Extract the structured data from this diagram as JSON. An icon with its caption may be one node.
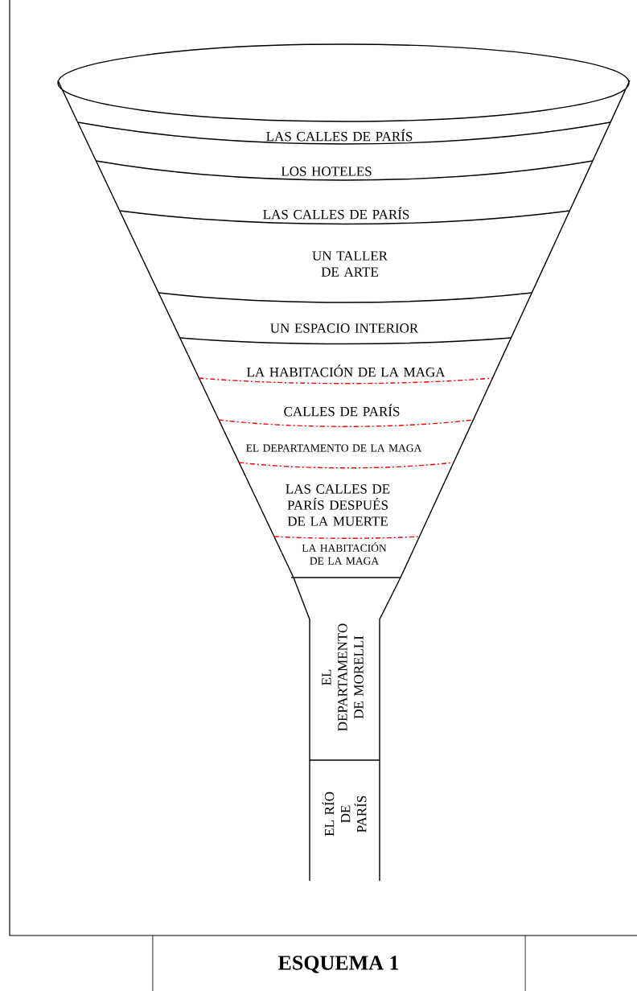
{
  "diagram": {
    "title": "ESQUEMA 1",
    "nodes": [
      {
        "text": [
          "LAS CALLES DE PARÍS"
        ]
      },
      {
        "text": [
          "LOS HOTELES"
        ]
      },
      {
        "text": [
          "LAS CALLES DE PARÍS"
        ]
      },
      {
        "text": [
          "UN TALLER DE ARTE"
        ]
      },
      {
        "text": [
          "UN ESPACIO INTERIOR"
        ]
      },
      {
        "text": [
          "LA HABITACIÓN DE LA MAGA"
        ]
      },
      {
        "text": [
          "CALLES DE PARÍS"
        ]
      },
      {
        "text": [
          "EL DEPARTAMENTO DE LA MAGA"
        ]
      },
      {
        "text": [
          "LAS CALLES DE PARÍS DESPUÉS DE LA MUERTE"
        ]
      },
      {
        "text": [
          "LA HABITACIÓN DE LA MAGA"
        ]
      },
      {
        "text": [
          "EL DEPARTAMENTO DE MORELLI"
        ]
      },
      {
        "text": [
          "EL RÍO DE PARÍS"
        ]
      }
    ]
  }
}
